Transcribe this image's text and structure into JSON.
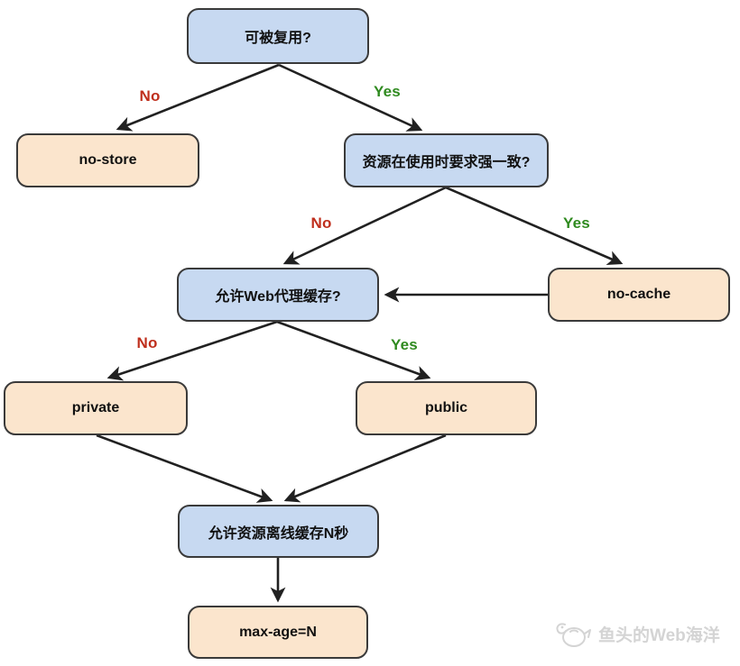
{
  "diagram": {
    "type": "flowchart",
    "topic": "HTTP Cache-Control decision tree",
    "nodes": [
      {
        "id": "reusable",
        "label": "可被复用?",
        "kind": "decision"
      },
      {
        "id": "no-store",
        "label": "no-store",
        "kind": "result"
      },
      {
        "id": "strong-consistency",
        "label": "资源在使用时要求强一致?",
        "kind": "decision"
      },
      {
        "id": "proxy-cache",
        "label": "允许Web代理缓存?",
        "kind": "decision"
      },
      {
        "id": "no-cache",
        "label": "no-cache",
        "kind": "result"
      },
      {
        "id": "private",
        "label": "private",
        "kind": "result"
      },
      {
        "id": "public",
        "label": "public",
        "kind": "result"
      },
      {
        "id": "offline-cache",
        "label": "允许资源离线缓存N秒",
        "kind": "decision"
      },
      {
        "id": "max-age",
        "label": "max-age=N",
        "kind": "result"
      }
    ],
    "edges": [
      {
        "from": "reusable",
        "to": "no-store",
        "label": "No"
      },
      {
        "from": "reusable",
        "to": "strong-consistency",
        "label": "Yes"
      },
      {
        "from": "strong-consistency",
        "to": "proxy-cache",
        "label": "No"
      },
      {
        "from": "strong-consistency",
        "to": "no-cache",
        "label": "Yes"
      },
      {
        "from": "no-cache",
        "to": "proxy-cache",
        "label": ""
      },
      {
        "from": "proxy-cache",
        "to": "private",
        "label": "No"
      },
      {
        "from": "proxy-cache",
        "to": "public",
        "label": "Yes"
      },
      {
        "from": "private",
        "to": "offline-cache",
        "label": ""
      },
      {
        "from": "public",
        "to": "offline-cache",
        "label": ""
      },
      {
        "from": "offline-cache",
        "to": "max-age",
        "label": ""
      }
    ]
  },
  "colors": {
    "decision_fill": "#c7d9f1",
    "result_fill": "#fbe5cd",
    "node_border": "#3a3a3a",
    "node_text": "#111111",
    "arrow": "#212121",
    "no_color": "#bf2f1d",
    "yes_color": "#2f8a1f",
    "watermark_color": "#d4d4d4",
    "canvas_bg": "#ffffff"
  },
  "watermark": {
    "text": "鱼头的Web海洋",
    "icon": "fish-icon"
  }
}
